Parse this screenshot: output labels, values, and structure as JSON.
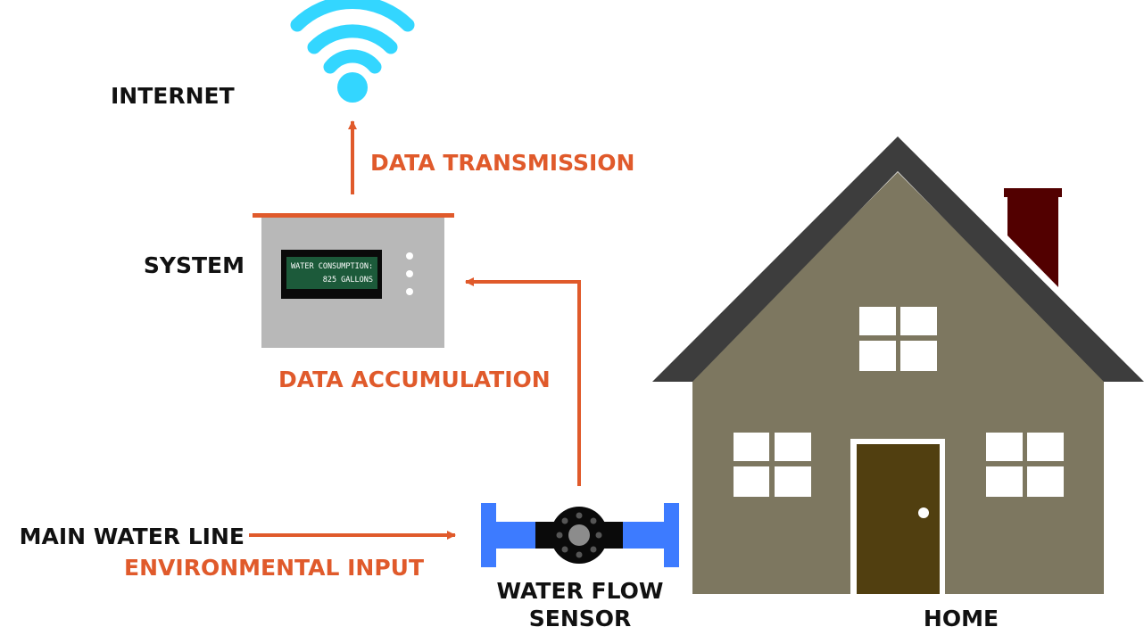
{
  "colors": {
    "accent": "#E05A2B",
    "wifi": "#33D6FF",
    "pipe": "#3D7BFF",
    "house_wall": "#7D7760",
    "roof": "#3D3D3D",
    "chimney": "#520000",
    "door": "#513F10",
    "system_box": "#B8B8B8",
    "lcd_screen": "#1C5A3A"
  },
  "icons": {
    "wifi": "wifi-icon",
    "flow_sensor": "water-flow-sensor-icon",
    "house": "house-icon",
    "system": "system-box-icon"
  },
  "labels": {
    "internet": "INTERNET",
    "data_transmission": "DATA TRANSMISSION",
    "system": "SYSTEM",
    "data_accumulation": "DATA ACCUMULATION",
    "main_water_line": "MAIN WATER LINE",
    "environmental_input": "ENVIRONMENTAL INPUT",
    "water_flow_sensor_line1": "WATER FLOW",
    "water_flow_sensor_line2": "SENSOR",
    "home": "HOME"
  },
  "display": {
    "line1": "WATER CONSUMPTION:",
    "line2": "825 GALLONS"
  }
}
